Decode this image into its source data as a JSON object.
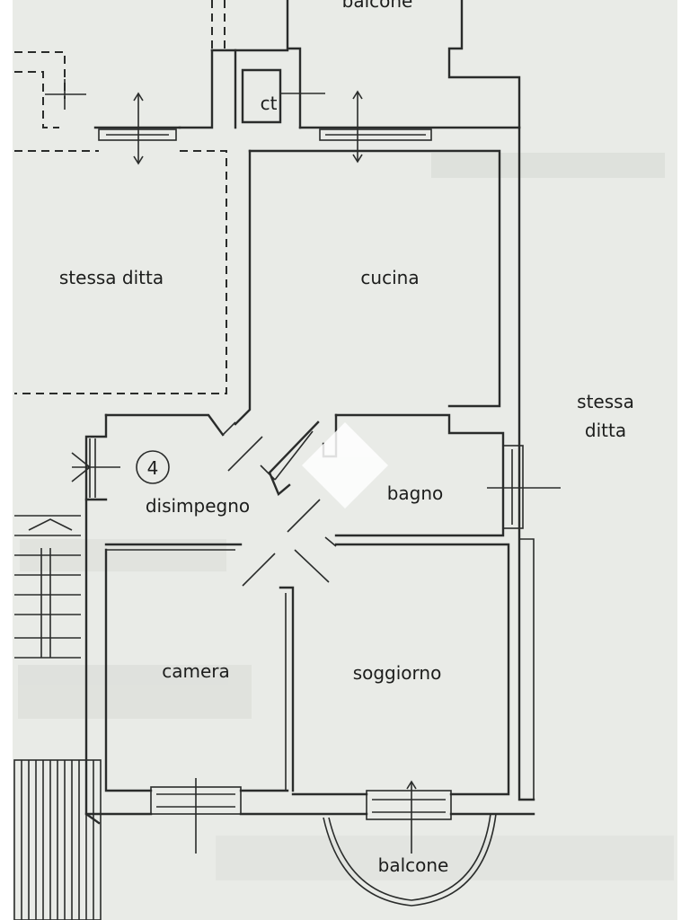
{
  "plan": {
    "rooms": {
      "balcone_top": "balcone",
      "ct": "ct",
      "stessa_ditta_left": "stessa ditta",
      "cucina": "cucina",
      "stessa_ditta_right_line1": "stessa",
      "stessa_ditta_right_line2": "ditta",
      "disimpegno": "disimpegno",
      "bagno": "bagno",
      "camera": "camera",
      "soggiorno": "soggiorno",
      "balcone_bottom": "balcone"
    },
    "unit_number": "4"
  },
  "colors": {
    "paper": "#e9ebe7",
    "ink": "#2a2c2b",
    "watermark": "#ffffff"
  }
}
